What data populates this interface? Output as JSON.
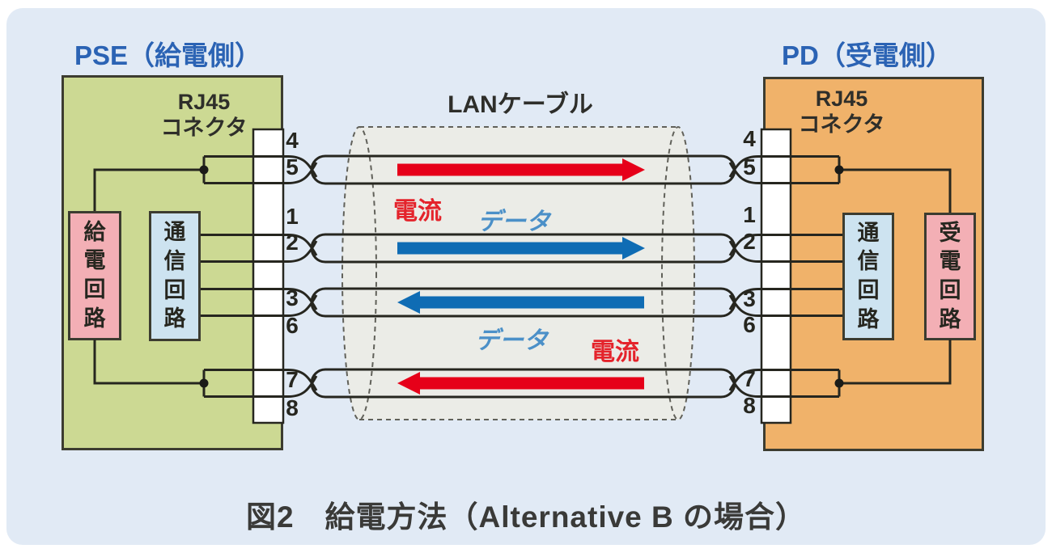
{
  "caption": "図2　給電方法（Alternative B の場合）",
  "pse": {
    "title": "PSE（給電側）",
    "connector": {
      "line1": "RJ45",
      "line2": "コネクタ"
    },
    "power_circuit_label": "給電回路",
    "comm_circuit_label": "通信回路",
    "pins": [
      "4",
      "5",
      "1",
      "2",
      "3",
      "6",
      "7",
      "8"
    ]
  },
  "pd": {
    "title": "PD（受電側）",
    "connector": {
      "line1": "RJ45",
      "line2": "コネクタ"
    },
    "comm_circuit_label": "通信回路",
    "power_circuit_label": "受電回路",
    "pins": [
      "4",
      "5",
      "1",
      "2",
      "3",
      "6",
      "7",
      "8"
    ]
  },
  "cable": {
    "label": "LANケーブル",
    "flows": [
      {
        "pair": "4-5",
        "label": "電流",
        "direction": "right"
      },
      {
        "pair": "1-2",
        "label": "データ",
        "direction": "right"
      },
      {
        "pair": "3-6",
        "label": "データ",
        "direction": "left"
      },
      {
        "pair": "7-8",
        "label": "電流",
        "direction": "left"
      }
    ]
  },
  "colors": {
    "current_arrow": "#e60019",
    "data_arrow": "#0f6cb4",
    "current_text": "#e4232b",
    "data_text": "#4b90c8",
    "pse_fill": "#ccd993",
    "pd_fill": "#f0b26a",
    "power_box_fill": "#f3afb5",
    "comm_box_fill": "#cde3f0",
    "title_blue": "#2b63b4",
    "card_background": "#e1eaf5"
  }
}
